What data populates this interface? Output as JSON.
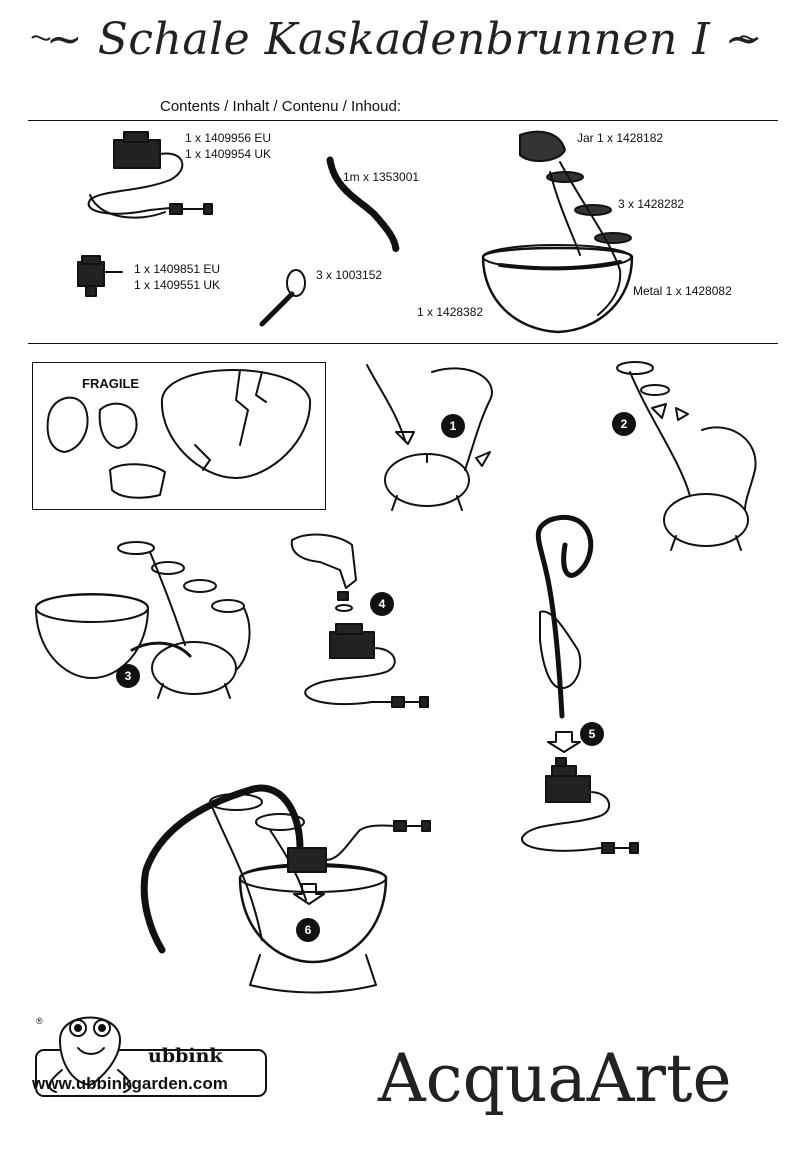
{
  "title": "~ Schale Kaskadenbrunnen I ~",
  "contents": {
    "heading": "Contents / Inhalt / Contenu / Inhoud:",
    "pump_codes": [
      "1  x 1409956 EU",
      "1  x 1409954 UK"
    ],
    "adapter_codes": [
      "1  x 1409851 EU",
      "1  x 1409551 UK"
    ],
    "hose": "1m x 1353001",
    "ties": "3 x 1003152",
    "jar": "Jar 1 x 1428182",
    "bowls": "3 x 1428282",
    "base_bowl": "1 x 1428382",
    "stand": "Metal 1 x 1428082"
  },
  "fragile": "FRAGILE",
  "steps": [
    "1",
    "2",
    "3",
    "4",
    "5",
    "6"
  ],
  "brand": {
    "registered": "®",
    "name": "ubbink",
    "url": "www.ubbinkgarden.com",
    "product_line": "AcquaArte"
  }
}
